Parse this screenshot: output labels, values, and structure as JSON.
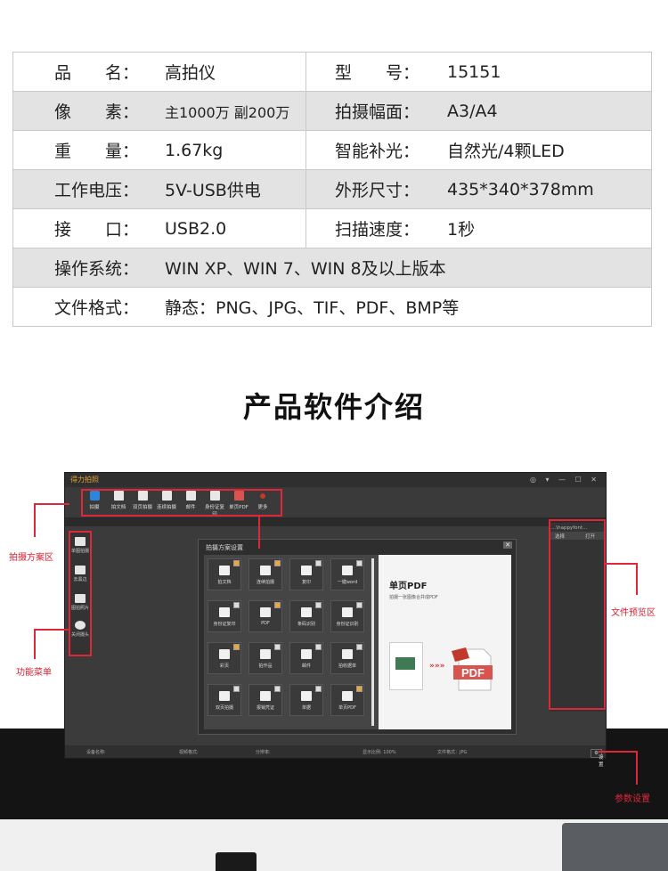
{
  "spec_rows": [
    {
      "k1": "品　　名：",
      "v1": "高拍仪",
      "k2": "型　　号：",
      "v2": "15151",
      "shade": false
    },
    {
      "k1": "像　　素：",
      "v1": "主1000万 副200万",
      "k2": "拍摄幅面：",
      "v2": "A3/A4",
      "shade": true
    },
    {
      "k1": "重　　量：",
      "v1": "1.67kg",
      "k2": "智能补光：",
      "v2": "自然光/4颗LED",
      "shade": false
    },
    {
      "k1": "工作电压：",
      "v1": "5V-USB供电",
      "k2": "外形尺寸：",
      "v2": "435*340*378mm",
      "shade": true
    },
    {
      "k1": "接　　口：",
      "v1": "USB2.0",
      "k2": "扫描速度：",
      "v2": "1秒",
      "shade": false
    }
  ],
  "spec_wide_rows": [
    {
      "k": "操作系统：",
      "v": "WIN XP、WIN 7、WIN 8及以上版本",
      "shade": true
    },
    {
      "k": "文件格式：",
      "v": "静态：PNG、JPG、TIF、PDF、BMP等",
      "shade": false
    }
  ],
  "section_title": "产品软件介绍",
  "app": {
    "title": "得力拍照",
    "window_controls": "◎ ▾ — ☐ ✕",
    "toolbar": [
      "拍摄",
      "拍文档",
      "双页拍摄",
      "连续拍摄",
      "邮件",
      "身份证复印",
      "单页PDF",
      "更多"
    ],
    "left_items": [
      "单图拍摄",
      "去黑边",
      "图拍照片",
      "关闭摄头"
    ],
    "right_panel": {
      "path": "...\\happyfont...",
      "col_select": "选择",
      "col_open": "打开"
    },
    "status": {
      "device": "设备名称:",
      "video": "视频格式:",
      "resolution": "分辨率:",
      "zoom": "显示比例: 100%",
      "format": "文件格式：JPG",
      "settings": "设置"
    },
    "dialog": {
      "title": "拍摄方案设置",
      "close": "✕",
      "items": [
        "拍文档",
        "连续拍摄",
        "复印",
        "一键word",
        "身份证复印",
        "PDF",
        "条码识别",
        "身份证识别",
        "彩页",
        "拍作品",
        "邮件",
        "拍收据单",
        "双页拍摄",
        "报销凭证",
        "单据",
        "单页PDF"
      ],
      "preview_title": "单页PDF",
      "preview_desc": "拍摄一张图像合并成PDF",
      "arrows": "»»»",
      "pdf_text": "PDF"
    }
  },
  "annotations": {
    "capture": "拍摄方案区",
    "menu": "功能菜单",
    "preview": "文件预览区",
    "params": "参数设置"
  },
  "colors": {
    "accent_red": "#e0273a",
    "app_bg": "#3b3b3b",
    "table_shade": "#e3e3e3"
  }
}
